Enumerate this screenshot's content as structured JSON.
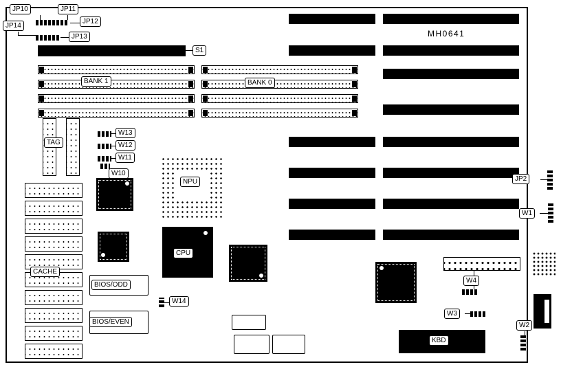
{
  "diagram": {
    "part_number": "MH0641",
    "labels": {
      "jp10": "JP10",
      "jp11": "JP11",
      "jp12": "JP12",
      "jp13": "JP13",
      "jp14": "JP14",
      "s1": "S1",
      "bank1": "BANK 1",
      "bank0": "BANK 0",
      "tag": "TAG",
      "w13": "W13",
      "w12": "W12",
      "w11": "W11",
      "w10": "W10",
      "w14": "W14",
      "npu": "NPU",
      "cpu": "CPU",
      "cache": "CACHE",
      "bios_odd": "BIOS/ODD",
      "bios_even": "BIOS/EVEN",
      "jp2": "JP2",
      "w1": "W1",
      "w2": "W2",
      "w3": "W3",
      "w4": "W4",
      "kbd": "KBD"
    },
    "colors": {
      "board_line": "#000000",
      "background": "#ffffff"
    }
  }
}
